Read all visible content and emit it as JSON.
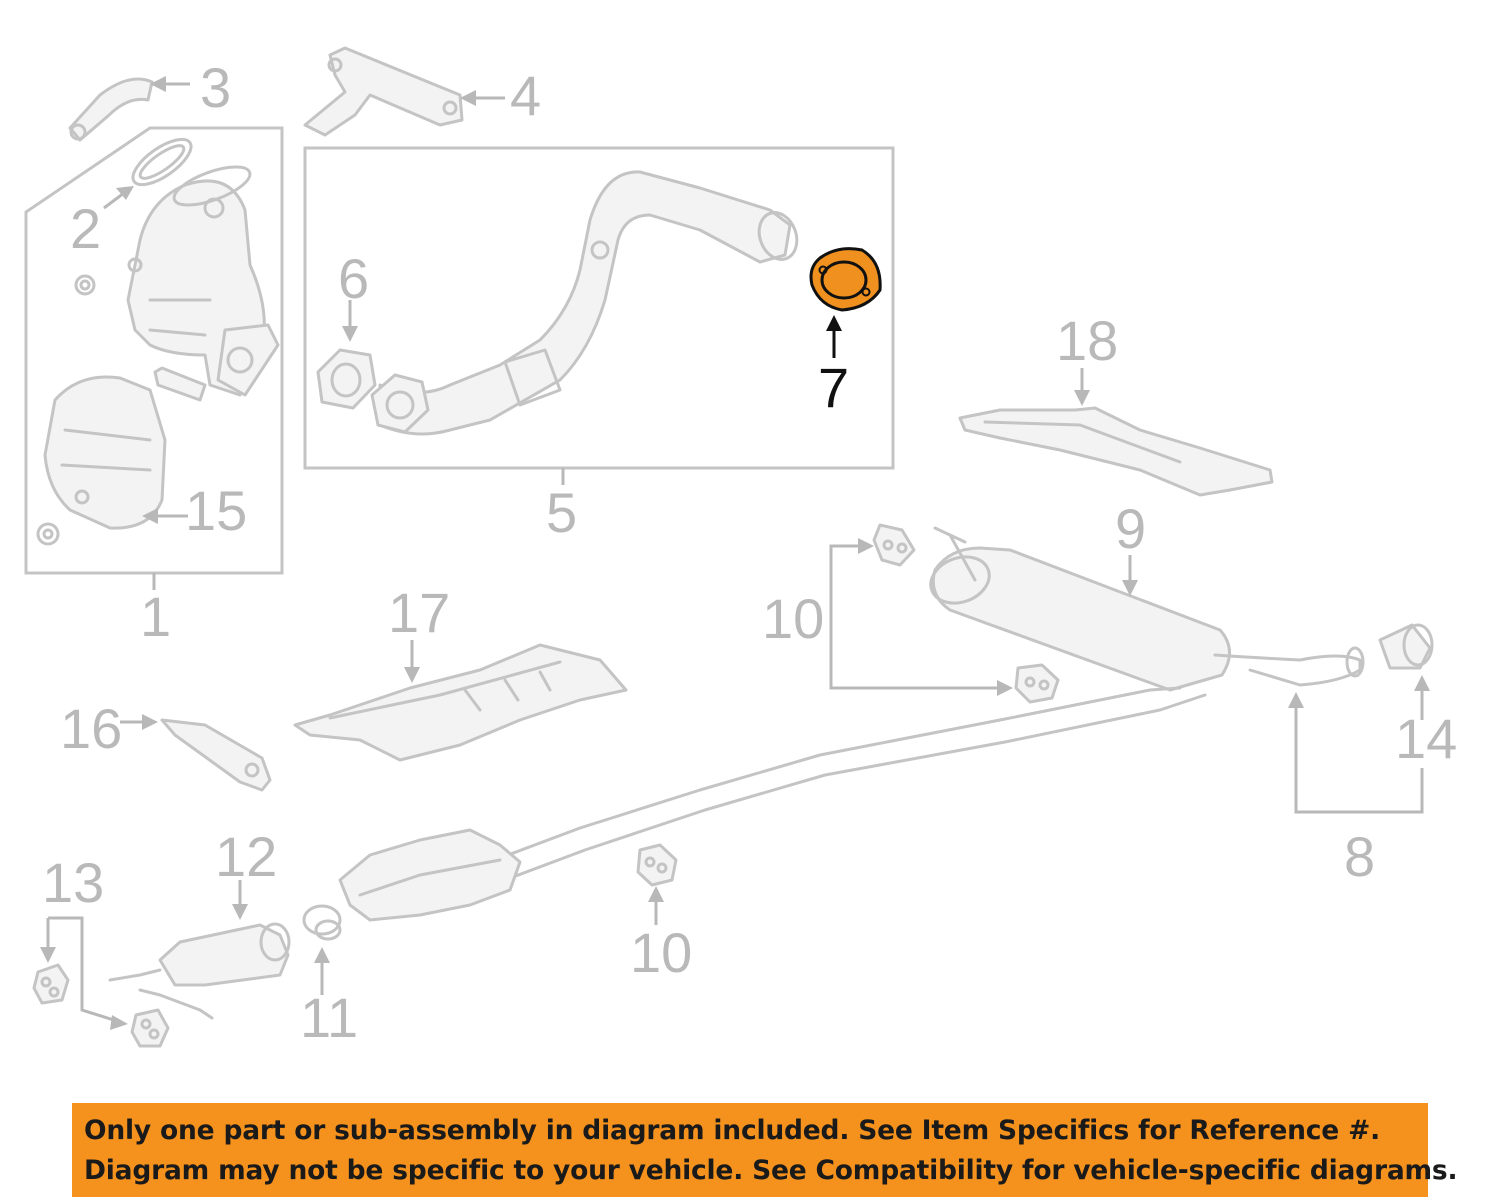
{
  "diagram": {
    "callouts": [
      "1",
      "2",
      "3",
      "4",
      "5",
      "6",
      "7",
      "8",
      "9",
      "10",
      "10",
      "11",
      "12",
      "13",
      "14",
      "15",
      "16",
      "17",
      "18"
    ],
    "highlighted_part": "7",
    "highlight_color": "#f0901f"
  },
  "notice": {
    "line1": "Only one part or sub-assembly in diagram included. See Item Specifics for Reference #.",
    "line2": "Diagram may not be specific to your vehicle. See Compatibility for vehicle-specific diagrams.",
    "background": "#f5921e"
  }
}
